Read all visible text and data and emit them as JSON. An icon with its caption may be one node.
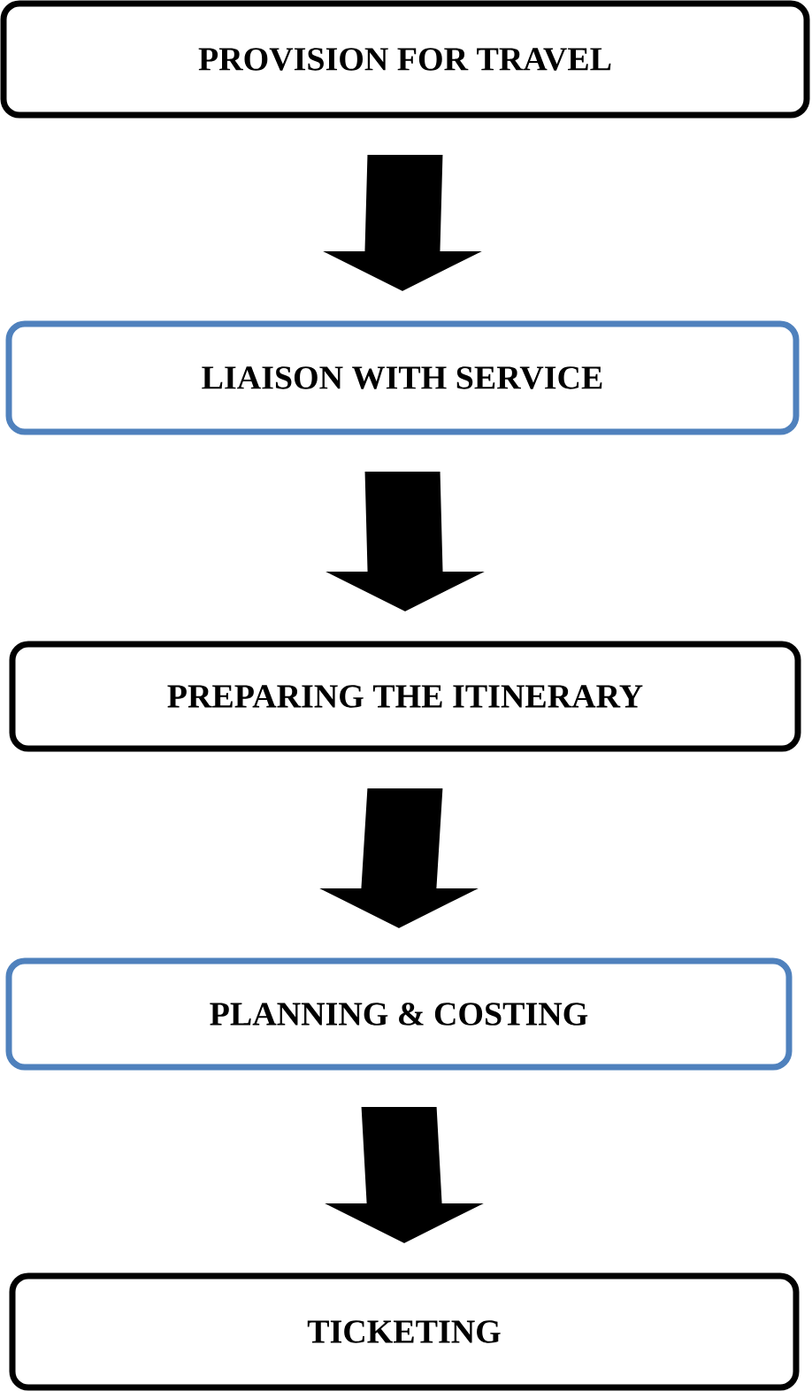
{
  "diagram": {
    "nodes": [
      {
        "text": [
          "PROVISION FOR TRAVEL"
        ]
      },
      {
        "text": [
          "LIAISON WITH SERVICE"
        ]
      },
      {
        "text": [
          "PREPARING THE ITINERARY"
        ]
      },
      {
        "text": [
          "PLANNING & COSTING"
        ]
      },
      {
        "text": [
          "TICKETING"
        ]
      }
    ],
    "edges": [
      {
        "from": 0,
        "to": 1,
        "arrow": "to"
      },
      {
        "from": 1,
        "to": 2,
        "arrow": "to"
      },
      {
        "from": 2,
        "to": 3,
        "arrow": "to"
      },
      {
        "from": 3,
        "to": 4,
        "arrow": "to"
      }
    ]
  }
}
